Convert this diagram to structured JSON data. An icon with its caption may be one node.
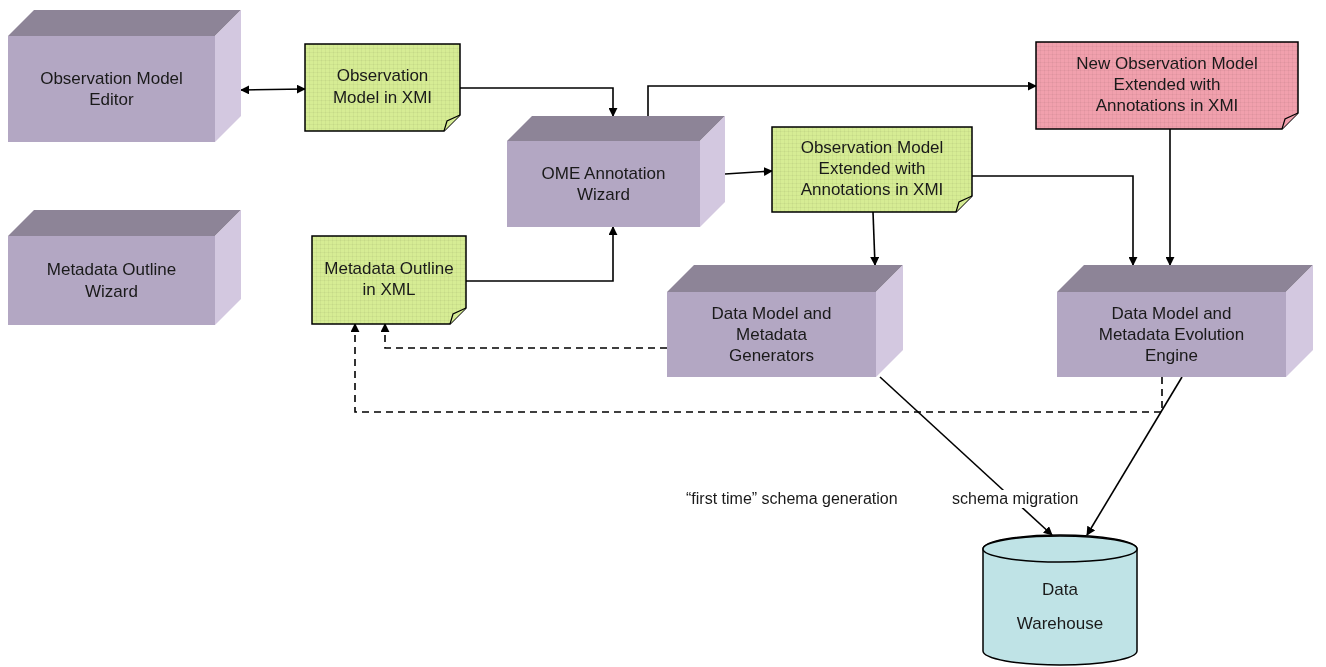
{
  "diagram": {
    "nodes": [
      {
        "text": [
          "Observation Model Editor"
        ]
      },
      {
        "text": [
          "Observation Model in XMI"
        ]
      },
      {
        "text": [
          "OME Annotation Wizard"
        ]
      },
      {
        "text": [
          "New Observation Model Extended with Annotations in XMI"
        ]
      },
      {
        "text": [
          "Metadata Outline Wizard"
        ]
      },
      {
        "text": [
          "Observation Model Extended with Annotations in XMI"
        ]
      },
      {
        "text": [
          "Metadata Outline in XML"
        ]
      },
      {
        "text": [
          "Data Model and Metadata Generators"
        ]
      },
      {
        "text": [
          "Data Model and Metadata Evolution Engine"
        ]
      },
      {
        "text": [
          "Data Warehouse"
        ]
      }
    ],
    "edges": [
      {
        "from": 0,
        "to": 1,
        "arrow": "both"
      },
      {
        "from": 1,
        "to": 2,
        "arrow": "to"
      },
      {
        "from": 2,
        "to": 3,
        "arrow": "to"
      },
      {
        "from": 2,
        "to": 5,
        "arrow": "to"
      },
      {
        "from": 5,
        "to": 7,
        "arrow": "to"
      },
      {
        "from": 5,
        "to": 8,
        "arrow": "to"
      },
      {
        "from": 3,
        "to": 8,
        "arrow": "to"
      },
      {
        "from": 6,
        "to": 2,
        "arrow": "to"
      },
      {
        "from": 7,
        "to": 6,
        "arrow": "to",
        "style": "dashed"
      },
      {
        "from": 8,
        "to": 6,
        "arrow": "to",
        "style": "dashed"
      },
      {
        "from": 7,
        "to": 9,
        "arrow": "to",
        "label": "“first time” schema generation"
      },
      {
        "from": 8,
        "to": 9,
        "arrow": "to",
        "label": "schema migration"
      }
    ]
  }
}
